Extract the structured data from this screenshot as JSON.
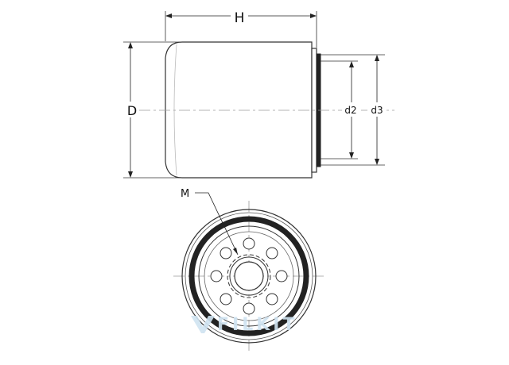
{
  "side_view": {
    "dimensions": {
      "length_label": "H",
      "outer_diameter_label": "D",
      "inner_gasket_label": "d2",
      "outer_gasket_label": "d3"
    }
  },
  "end_view": {
    "thread_label": "M",
    "outlet_hole_count": 8
  },
  "watermark": {
    "text": "FILKIT",
    "color": "#cfe3f1"
  },
  "colors": {
    "line": "#333333",
    "gasket": "#222222",
    "center_line": "#9a9a9a"
  }
}
